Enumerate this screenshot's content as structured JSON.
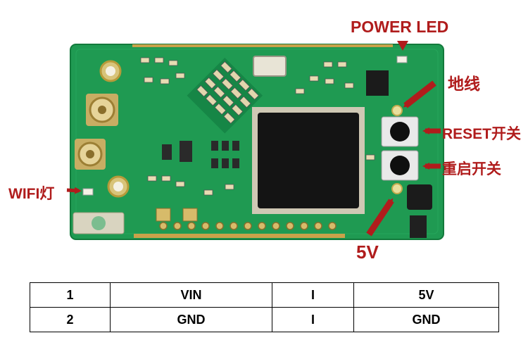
{
  "labels": {
    "power_led": "POWER LED",
    "ground": "地线",
    "reset": "RESET开关",
    "restart": "重启开关",
    "wifi_led": "WIFI灯",
    "v5": "5V"
  },
  "pin_table": {
    "rows": [
      [
        "1",
        "VIN",
        "I",
        "5V"
      ],
      [
        "2",
        "GND",
        "I",
        "GND"
      ]
    ]
  },
  "colors": {
    "pcb": "#1f9a52",
    "label": "#b01c1c",
    "chip": "#141414",
    "gold": "#c9a24a"
  }
}
